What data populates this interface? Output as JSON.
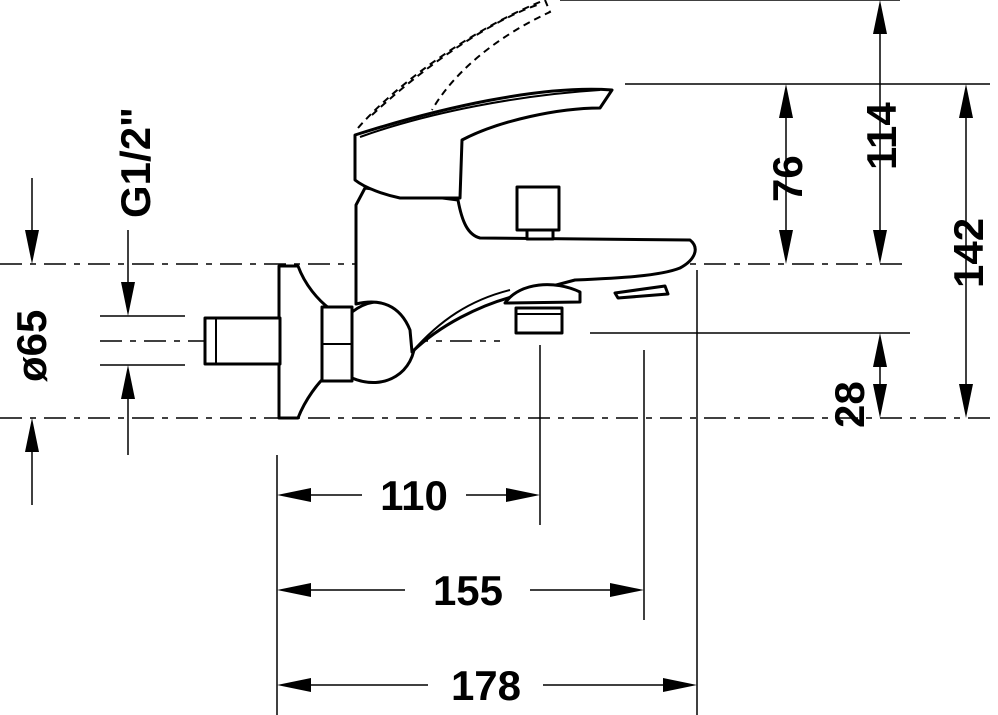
{
  "dimensions": {
    "thread": "G1/2\"",
    "diameter": "ø65",
    "width_110": "110",
    "width_155": "155",
    "width_178": "178",
    "height_76": "76",
    "height_114": "114",
    "height_142": "142",
    "height_28": "28"
  }
}
